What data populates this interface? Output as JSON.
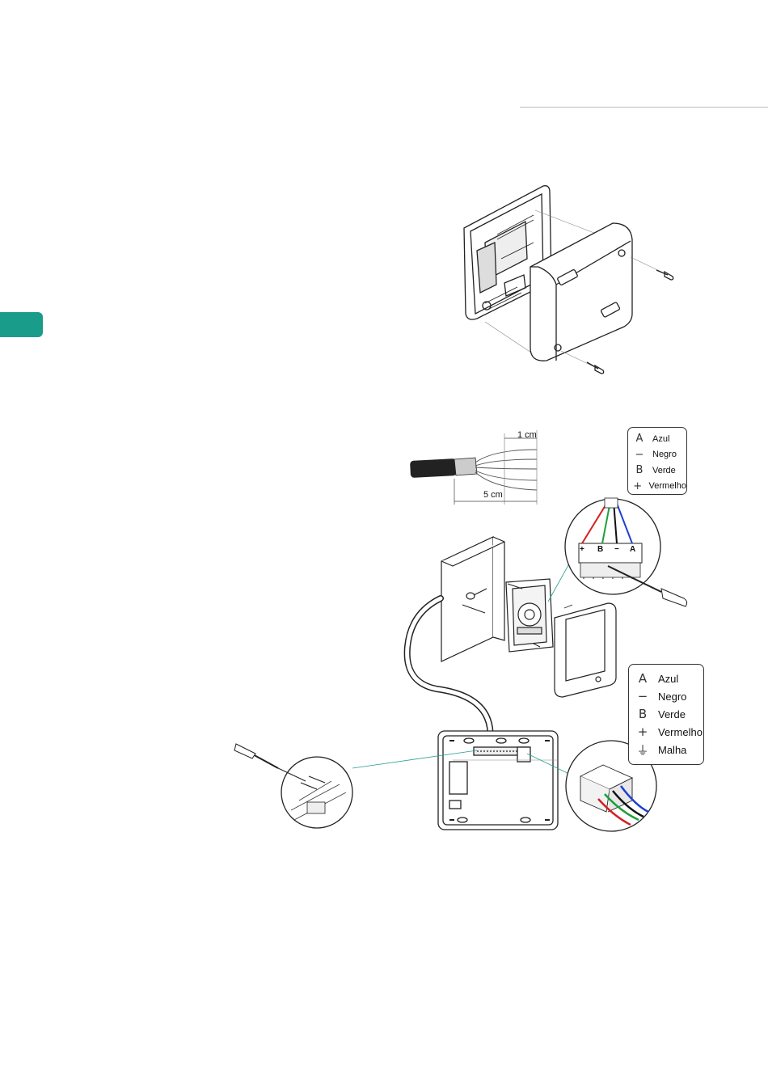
{
  "cable_dims": {
    "strip_short": "1 cm",
    "strip_long": "5 cm"
  },
  "legend_small": [
    {
      "symbol": "A",
      "label": "Azul"
    },
    {
      "symbol": "−",
      "label": "Negro"
    },
    {
      "symbol": "B",
      "label": "Verde"
    },
    {
      "symbol": "+",
      "label": "Vermelho"
    }
  ],
  "legend_big": [
    {
      "symbol": "A",
      "label": "Azul"
    },
    {
      "symbol": "−",
      "label": "Negro"
    },
    {
      "symbol": "B",
      "label": "Verde"
    },
    {
      "symbol": "+",
      "label": "Vermelho"
    },
    {
      "symbol": "⏚",
      "label": "Malha"
    }
  ],
  "terminal_labels": [
    "+",
    "B",
    "−",
    "A"
  ],
  "wire_colors": {
    "red": "#d32020",
    "green": "#1fa03a",
    "black": "#111111",
    "blue": "#1f3fd0"
  },
  "accent_color": "#1a9c8a"
}
